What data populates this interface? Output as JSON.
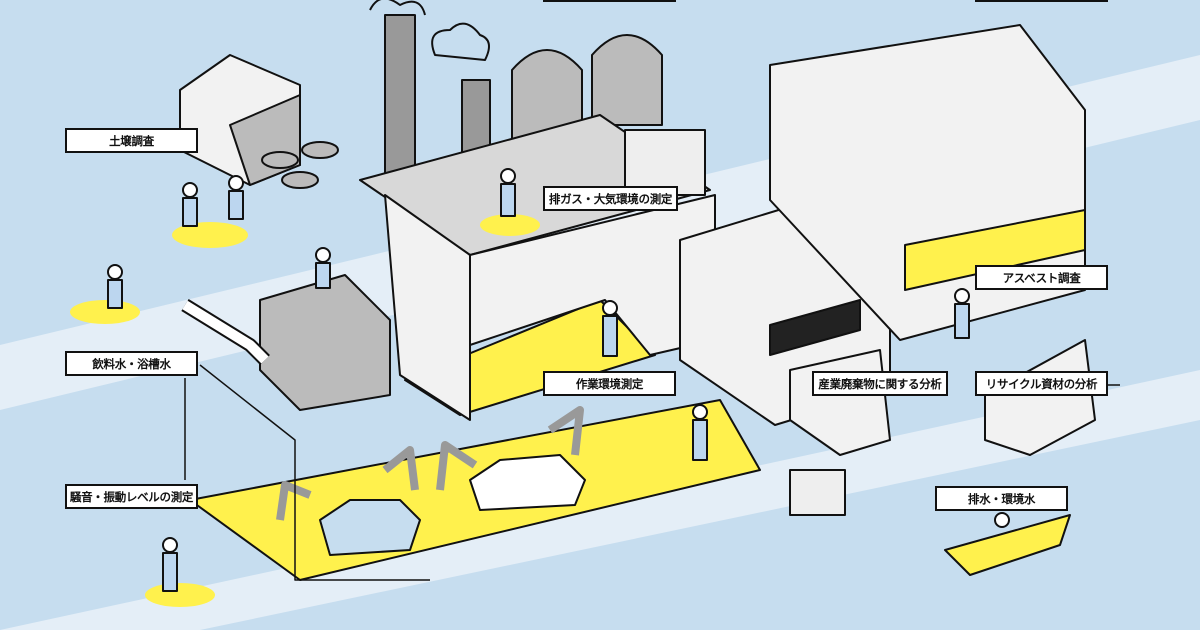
{
  "labels": {
    "soil": "土壌調査",
    "exhaust": "排ガス・大気環境の測定",
    "asbestos": "アスベスト調査",
    "water": "飲料水・浴槽水",
    "workenv": "作業環境測定",
    "industrial_waste": "産業廃棄物に関する分析",
    "recycle": "リサイクル資材の分析",
    "noise": "騒音・振動レベルの測定",
    "wastewater": "排水・環境水"
  },
  "colors": {
    "background": "#c6ddef",
    "road": "#e4eef7",
    "highlight": "#fff14d",
    "building": "#f2f2f2",
    "shade": "#a9a9a9",
    "outline": "#111111",
    "worker": "#bcd6ef"
  }
}
